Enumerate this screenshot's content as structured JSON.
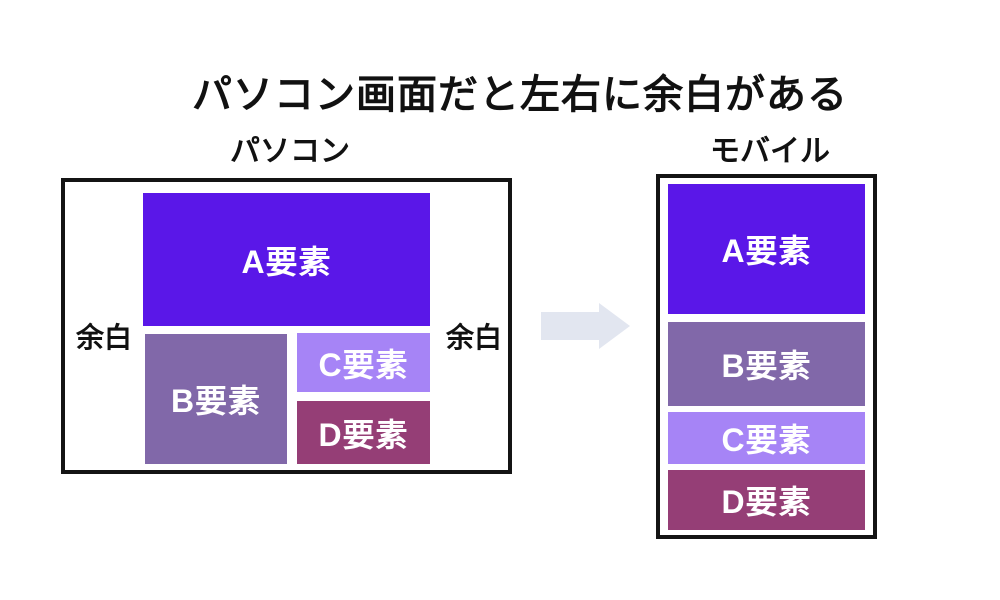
{
  "title": "パソコン画面だと左右に余白がある",
  "colors": {
    "element_a": "#5a17e8",
    "element_b": "#8168a9",
    "element_c": "#a684f6",
    "element_d": "#953e76",
    "arrow": "#e2e6f0",
    "frame_border": "#141414",
    "background": "#ffffff",
    "block_text": "#ffffff",
    "label_text": "#111111"
  },
  "pc": {
    "label": "パソコン",
    "margin_left": "余白",
    "margin_right": "余白",
    "blocks": {
      "a": "A要素",
      "b": "B要素",
      "c": "C要素",
      "d": "D要素"
    }
  },
  "mobile": {
    "label": "モバイル",
    "blocks": {
      "a": "A要素",
      "b": "B要素",
      "c": "C要素",
      "d": "D要素"
    }
  }
}
